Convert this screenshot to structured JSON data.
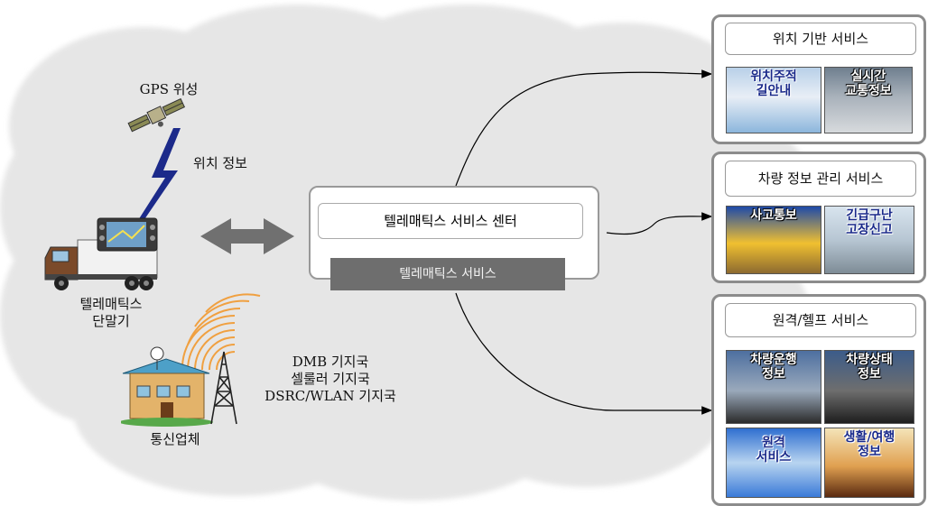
{
  "left": {
    "gps_label": "GPS 위성",
    "location_info_label": "위치 정보",
    "terminal_label": "텔레매틱스\n단말기",
    "stations_label": "DMB 기지국\n셀룰러 기지국\nDSRC/WLAN 기지국",
    "carrier_label": "통신업체"
  },
  "center": {
    "title": "텔레매틱스 서비스 센터",
    "subtitle": "텔레매틱스 서비스"
  },
  "panels": [
    {
      "title": "위치 기반 서비스",
      "tiles": [
        "위치주적\n길안내",
        "실시간\n교통정보"
      ]
    },
    {
      "title": "차량 정보 관리 서비스",
      "tiles": [
        "사고통보",
        "긴급구난\n고장신고"
      ]
    },
    {
      "title": "원격/헬프 서비스",
      "tiles": [
        "차량운행\n정보",
        "차량상태\n정보",
        "원격\n서비스",
        "생활/여행\n정보"
      ]
    }
  ],
  "colors": {
    "cloud": "#e6e6e6",
    "arrow": "#707070",
    "bolt": "#1c2a8a",
    "panel_border": "#8c8c8c"
  }
}
